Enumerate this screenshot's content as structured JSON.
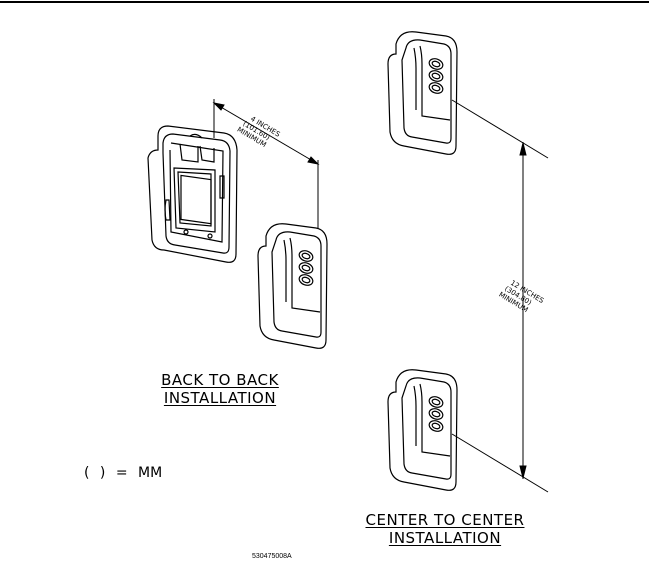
{
  "captions": {
    "back_to_back": [
      "BACK TO BACK",
      "INSTALLATION"
    ],
    "center_to_center": [
      "CENTER TO CENTER",
      "INSTALLATION"
    ]
  },
  "dimensions": {
    "horizontal": [
      "4 INCHES",
      "(101.60)",
      "MINIMUM"
    ],
    "vertical": [
      "12 INCHES",
      "(304.80)",
      "MINIMUM"
    ]
  },
  "legend": "( ) = MM",
  "part_number": "530475008A",
  "colors": {
    "line": "#000000",
    "background": "#ffffff"
  }
}
